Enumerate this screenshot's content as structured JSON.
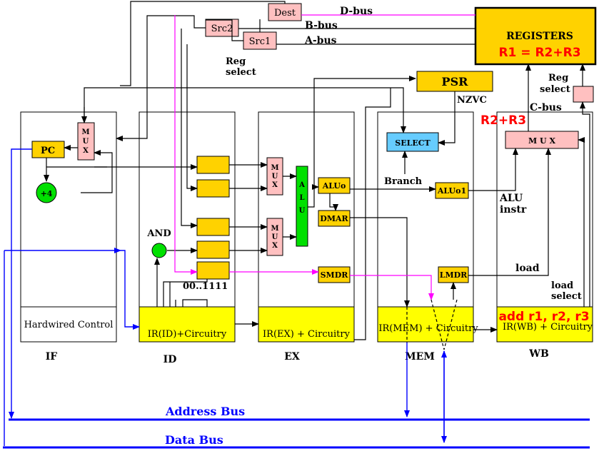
{
  "registers": {
    "title": "REGISTERS",
    "equation": "R1 = R2+R3"
  },
  "bus_selectors": {
    "dest": "Dest",
    "src2": "Src2",
    "src1": "Src1"
  },
  "bus_names": {
    "d_bus": "D-bus",
    "b_bus": "B-bus",
    "a_bus": "A-bus",
    "c_bus": "C-bus"
  },
  "labels": {
    "reg_select_top_1": "Reg",
    "reg_select_top_2": "select",
    "reg_select_right_1": "Reg",
    "reg_select_right_2": "select",
    "nzvc": "NZVC",
    "r2r3": "R2+R3",
    "branch": "Branch",
    "alu_instr_1": "ALU",
    "alu_instr_2": "instr",
    "load": "load",
    "load_select_1": "load",
    "load_select_2": "select",
    "and": "AND",
    "bits": "00..1111",
    "current_instruction": "add r1, r2, r3"
  },
  "blocks": {
    "psr": "PSR",
    "pc": "PC",
    "plus4": "+4",
    "select": "SELECT",
    "mux_letters": [
      "M",
      "U",
      "X"
    ],
    "alu_letters": [
      "A",
      "L",
      "U"
    ],
    "mux_wb": "M U X",
    "aluo": "ALUo",
    "aluo1": "ALUo1",
    "dmar": "DMAR",
    "smdr": "SMDR",
    "lmdr": "LMDR"
  },
  "stage_boxes": {
    "if_control": "Hardwired Control",
    "id": "IR(ID)+Circuitry",
    "ex": "IR(EX) + Circuitry",
    "mem": "IR(MEM) + Circuitry",
    "wb": "IR(WB) + Circuitry"
  },
  "stages": {
    "if": "IF",
    "id": "ID",
    "ex": "EX",
    "mem": "MEM",
    "wb": "WB"
  },
  "buses": {
    "address": "Address Bus",
    "data": "Data Bus"
  },
  "colors": {
    "yellow": "#ffff00",
    "gold": "#ffd200",
    "pink": "#ffc0c0",
    "green": "#00e000",
    "blue_select": "#66ccff",
    "red": "#ff0000",
    "bus_blue": "#0000ff",
    "magenta": "#ff00ff"
  }
}
